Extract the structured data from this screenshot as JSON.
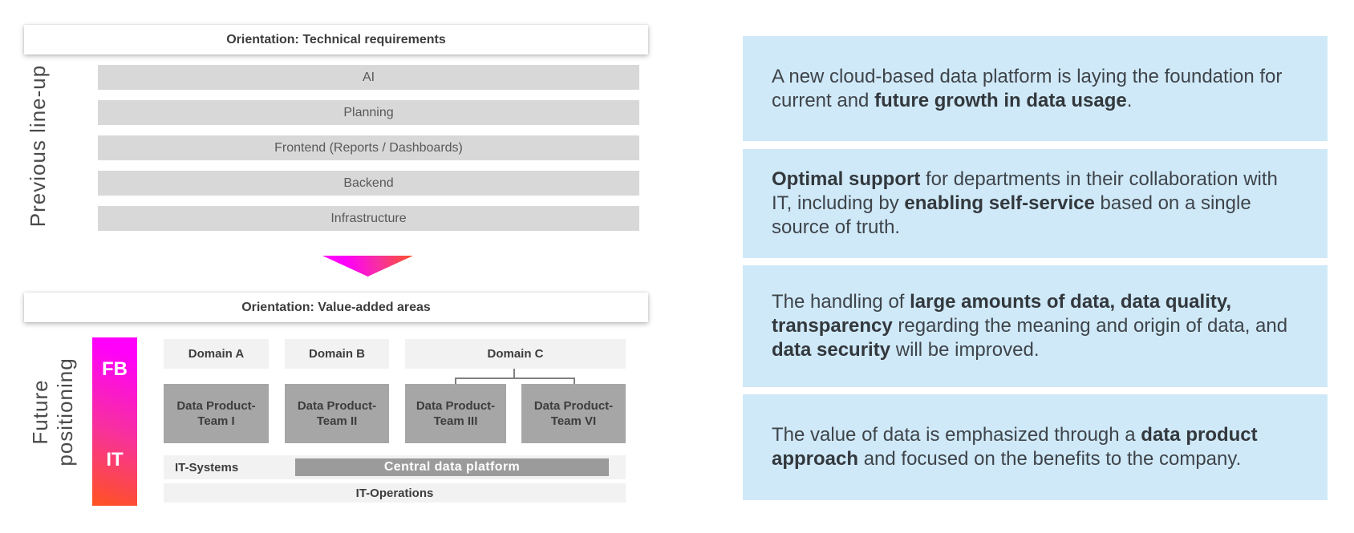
{
  "colors": {
    "card-blue": "#cfe9f8",
    "bar-gray": "#d8d8d8",
    "panel-light": "#f2f2f2",
    "team-gray": "#a6a6a6",
    "platform-gray": "#9b9b9b",
    "line-gray": "#7f7f7f",
    "text-dark": "#3d3d3d",
    "text-mid": "#595959",
    "accent-magenta": "#ff00fb",
    "accent-pink": "#f7309f",
    "accent-orange": "#ff5126"
  },
  "left_diagram": {
    "previous": {
      "title": "Orientation: Technical requirements",
      "side_label": "Previous line-up",
      "layers": [
        "AI",
        "Planning",
        "Frontend (Reports / Dashboards)",
        "Backend",
        "Infrastructure"
      ]
    },
    "transition_arrow": "down-arrow",
    "future": {
      "title": "Orientation: Value-added areas",
      "side_label_line1": "Future",
      "side_label_line2": "positioning",
      "gradient_axis_top": "FB",
      "gradient_axis_bottom": "IT",
      "domains": [
        "Domain A",
        "Domain B",
        "Domain C"
      ],
      "teams": [
        "Data Product-\nTeam I",
        "Data Product-\nTeam II",
        "Data Product-\nTeam III",
        "Data Product-\nTeam VI"
      ],
      "it_systems_label": "IT-Systems",
      "central_platform_label": "Central data platform",
      "it_operations_label": "IT-Operations"
    }
  },
  "benefit_cards": [
    {
      "segments": [
        {
          "text": "A new cloud-based data platform is laying the foundation for current and ",
          "bold": false
        },
        {
          "text": "future growth in data usage",
          "bold": true
        },
        {
          "text": ".",
          "bold": false
        }
      ]
    },
    {
      "segments": [
        {
          "text": "Optimal support",
          "bold": true
        },
        {
          "text": " for departments in their collaboration with IT, including by ",
          "bold": false
        },
        {
          "text": "enabling self-service",
          "bold": true
        },
        {
          "text": " based on a single source of truth.",
          "bold": false
        }
      ]
    },
    {
      "segments": [
        {
          "text": "The handling of ",
          "bold": false
        },
        {
          "text": "large amounts of data, data quality, transparency",
          "bold": true
        },
        {
          "text": " regarding the meaning and origin of data, and ",
          "bold": false
        },
        {
          "text": "data security",
          "bold": true
        },
        {
          "text": " will be improved.",
          "bold": false
        }
      ]
    },
    {
      "segments": [
        {
          "text": "The value of data is emphasized through a ",
          "bold": false
        },
        {
          "text": "data product approach",
          "bold": true
        },
        {
          "text": " and focused on the benefits to the company.",
          "bold": false
        }
      ]
    }
  ]
}
